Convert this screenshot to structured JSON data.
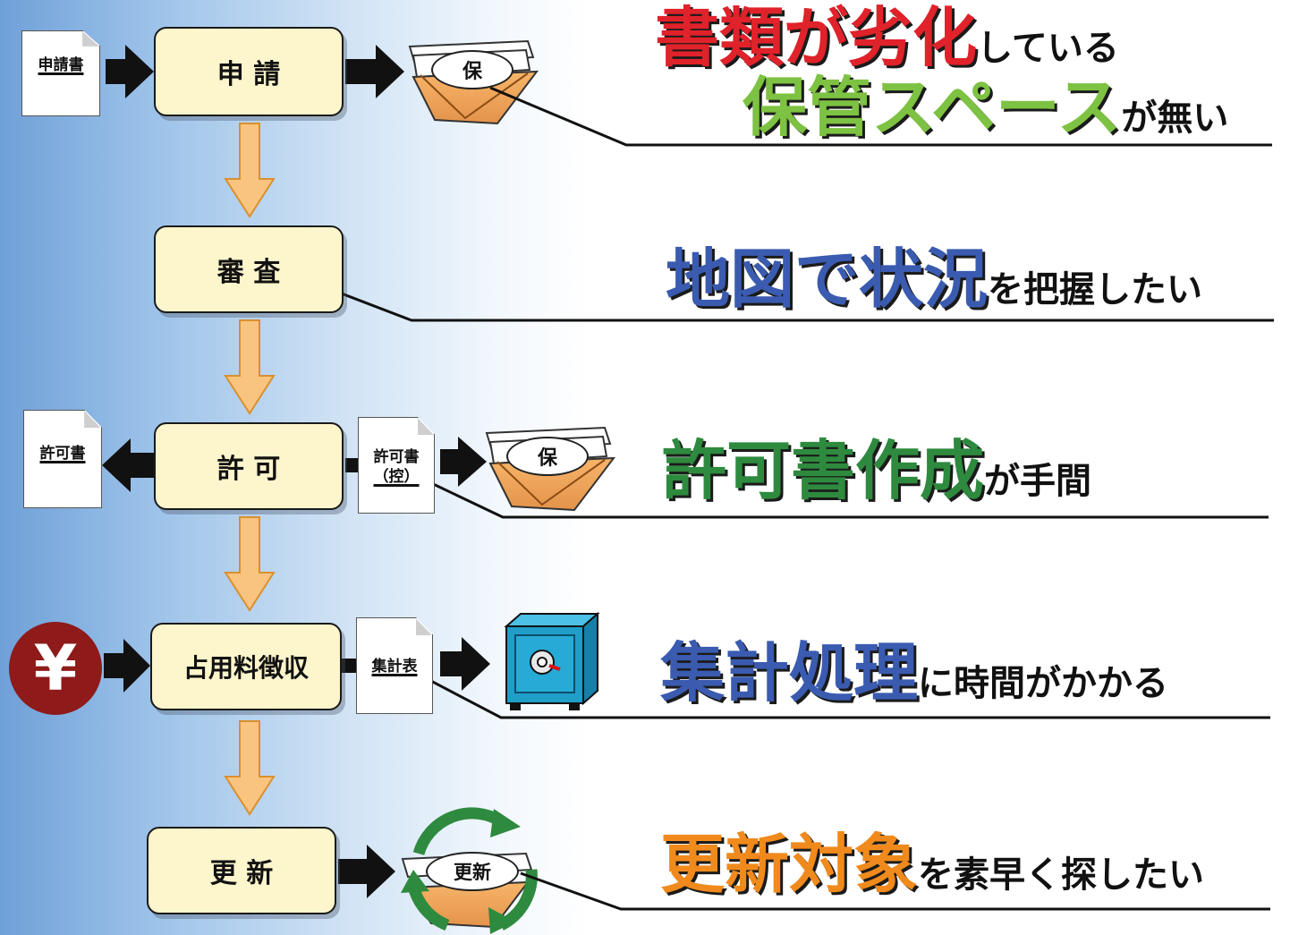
{
  "flow": {
    "step1": "申 請",
    "step2": "審 査",
    "step3": "許 可",
    "step4": "占用料徴収",
    "step5": "更 新"
  },
  "documents": {
    "application": "申請書",
    "permit": "許可書",
    "permit_copy_line1": "許可書",
    "permit_copy_line2": "（控）",
    "tally": "集計表"
  },
  "icons": {
    "storage_label": "保",
    "renewal_label": "更新",
    "yen_symbol": "¥",
    "storage_icon": "paper-stack-box-icon",
    "safe_icon": "safe-icon",
    "recycle_icon": "recycle-arrows-icon",
    "money_icon": "yen-coin-icon"
  },
  "issues": [
    {
      "emph_a": "書類が劣化",
      "rest_a": "している",
      "emph_b": "保管スペース",
      "rest_b": "が無い",
      "color_a": "#e0222a",
      "color_b": "#7dc242"
    },
    {
      "emph": "地図で状況",
      "rest": "を把握したい",
      "color": "#3a5bb0"
    },
    {
      "emph": "許可書作成",
      "rest": "が手間",
      "color": "#2e8a3e"
    },
    {
      "emph": "集計処理",
      "rest": "に時間がかかる",
      "color": "#3a5bb0"
    },
    {
      "emph": "更新対象",
      "rest": "を素早く探したい",
      "color": "#f08a1c"
    }
  ],
  "colors": {
    "box_fill": "#fdf5cc",
    "down_arrow": "#f9c47f",
    "safe": "#1f9ec9",
    "recycle": "#2e8a3e"
  }
}
